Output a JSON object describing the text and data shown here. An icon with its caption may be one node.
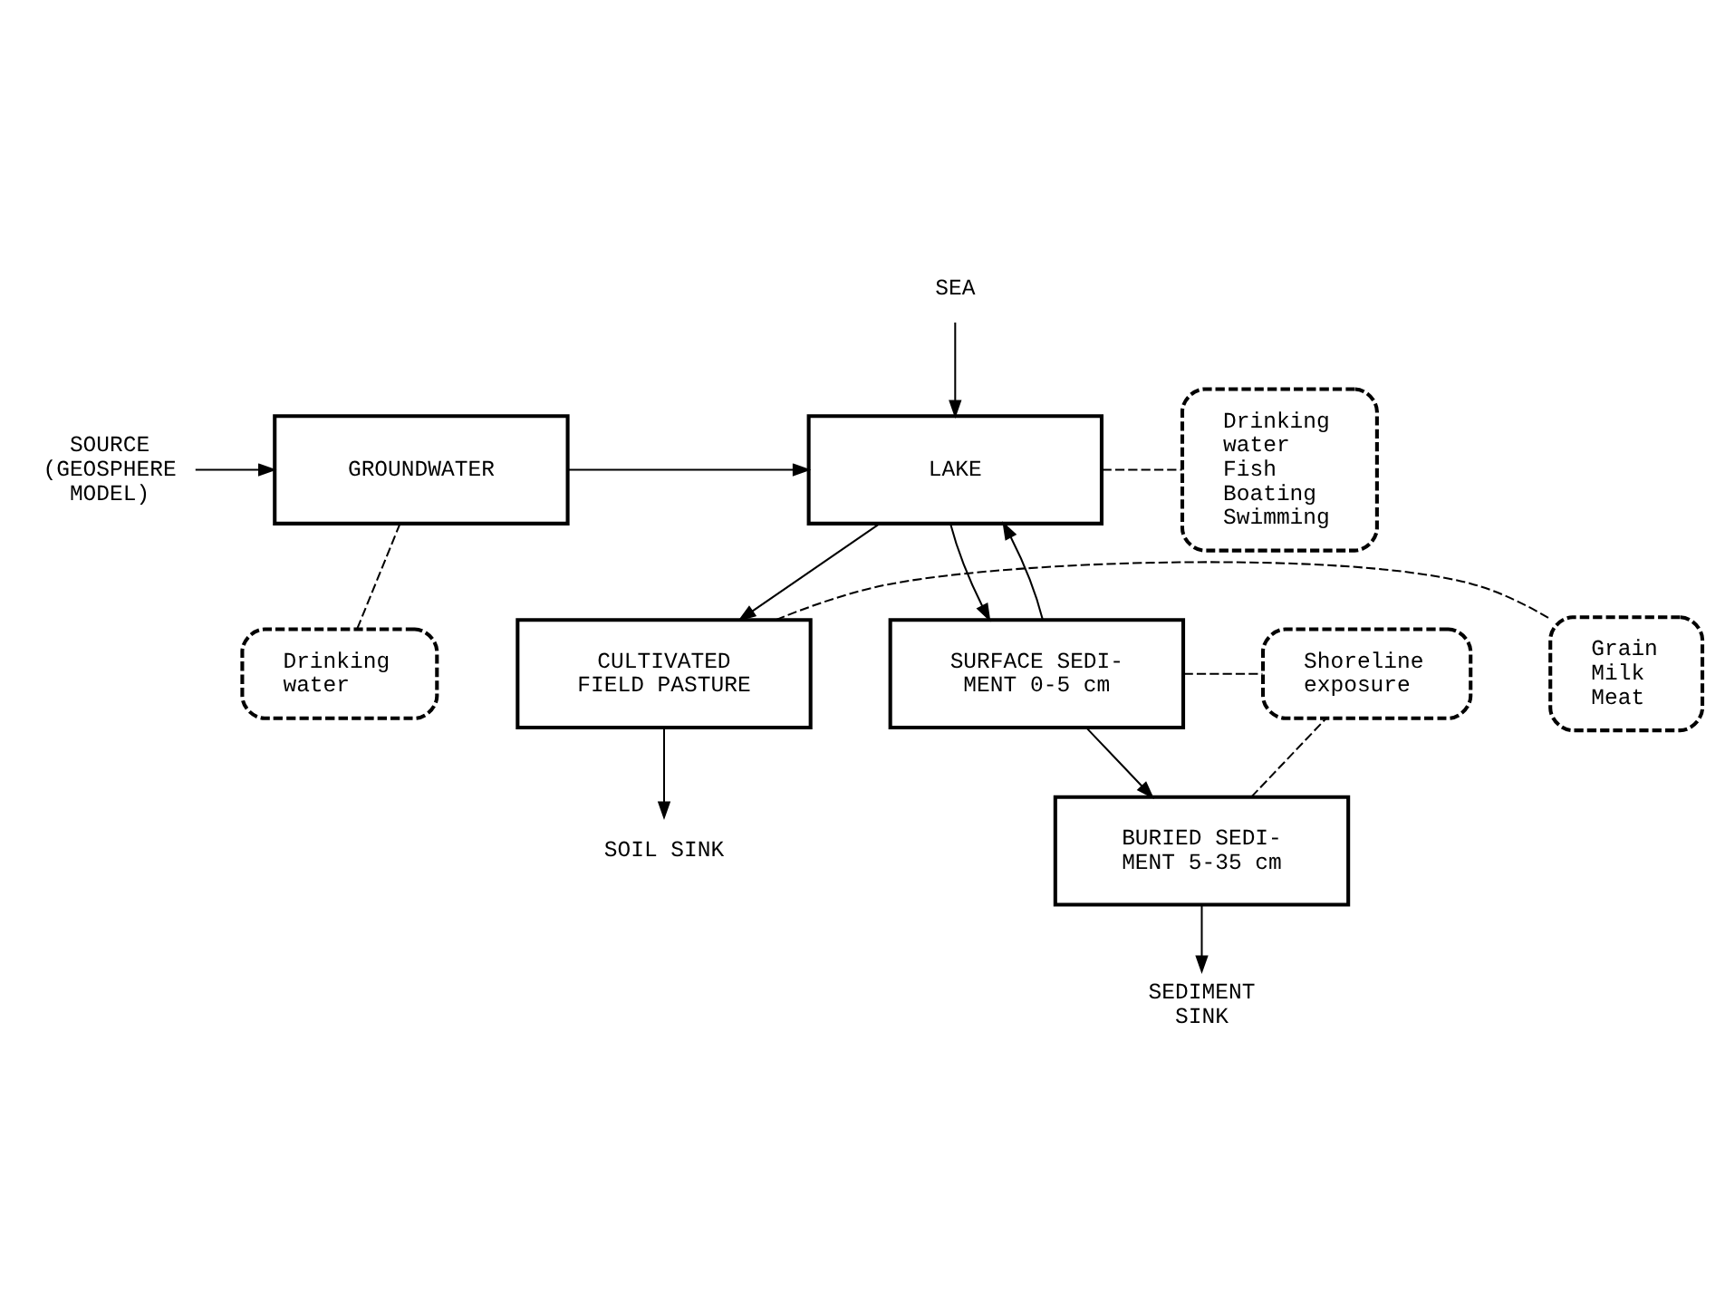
{
  "diagram": {
    "nodes": [
      {
        "text": [
          "SOIL SINK"
        ]
      },
      {
        "text": [
          "CULTIVATED FIELD PASTURE"
        ]
      },
      {
        "text": [
          "Grain",
          "Milk",
          "Meat"
        ]
      },
      {
        "text": [
          "SOURCE (GEOSPHERE MODEL)"
        ]
      },
      {
        "text": [
          "GROUNDWATER"
        ]
      },
      {
        "text": [
          "LAKE"
        ]
      },
      {
        "text": [
          "Drinking water",
          "Fish",
          "Boating",
          "Swimming"
        ]
      },
      {
        "text": [
          "SEA"
        ]
      },
      {
        "text": [
          "Drinking water"
        ]
      },
      {
        "text": [
          "SURFACE SEDI- MENT 0-5 cm"
        ]
      },
      {
        "text": [
          "Shoreline exposure"
        ]
      },
      {
        "text": [
          "BURIED SEDI- MENT 5-35 cm"
        ]
      },
      {
        "text": [
          "SEDIMENT SINK"
        ]
      }
    ],
    "edges": [
      {
        "from": 1,
        "to": 0,
        "arrow": "to"
      },
      {
        "from": 5,
        "to": 1,
        "arrow": "to"
      },
      {
        "from": 1,
        "to": 2,
        "arrow": "none",
        "style": "dashed"
      },
      {
        "from": 3,
        "to": 4,
        "arrow": "to"
      },
      {
        "from": 4,
        "to": 5,
        "arrow": "to"
      },
      {
        "from": 5,
        "to": 6,
        "arrow": "none",
        "style": "dashed"
      },
      {
        "from": 7,
        "to": 5,
        "arrow": "to"
      },
      {
        "from": 4,
        "to": 8,
        "arrow": "none",
        "style": "dashed"
      },
      {
        "from": 9,
        "to": 5,
        "arrow": "to"
      },
      {
        "from": 5,
        "to": 9,
        "arrow": "to"
      },
      {
        "from": 9,
        "to": 10,
        "arrow": "none",
        "style": "dashed"
      },
      {
        "from": 11,
        "to": 10,
        "arrow": "none",
        "style": "dashed"
      },
      {
        "from": 9,
        "to": 11,
        "arrow": "to"
      },
      {
        "from": 11,
        "to": 12,
        "arrow": "to"
      }
    ]
  }
}
